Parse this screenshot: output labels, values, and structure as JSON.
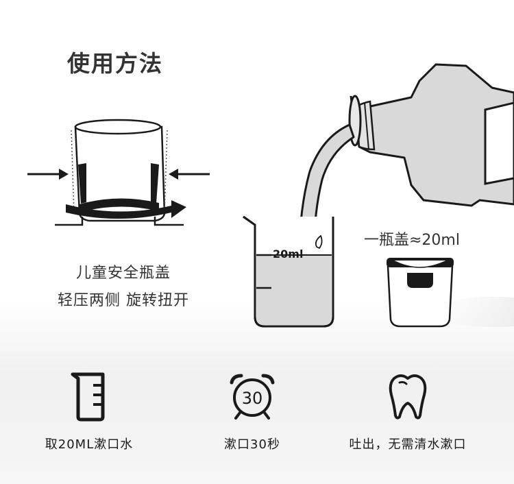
{
  "title": "使用方法",
  "cap_section": {
    "line1": "儿童安全瓶盖",
    "line2": "轻压两侧 旋转扭开"
  },
  "pour_section": {
    "beaker_marking": "20ml",
    "measure_label": "一瓶盖≈20ml"
  },
  "steps": [
    {
      "icon": "beaker-icon",
      "label": "取20ML漱口水"
    },
    {
      "icon": "timer-icon",
      "timer_text": "30",
      "label": "漱口30秒"
    },
    {
      "icon": "tooth-icon",
      "label": "吐出，无需清水漱口"
    }
  ]
}
